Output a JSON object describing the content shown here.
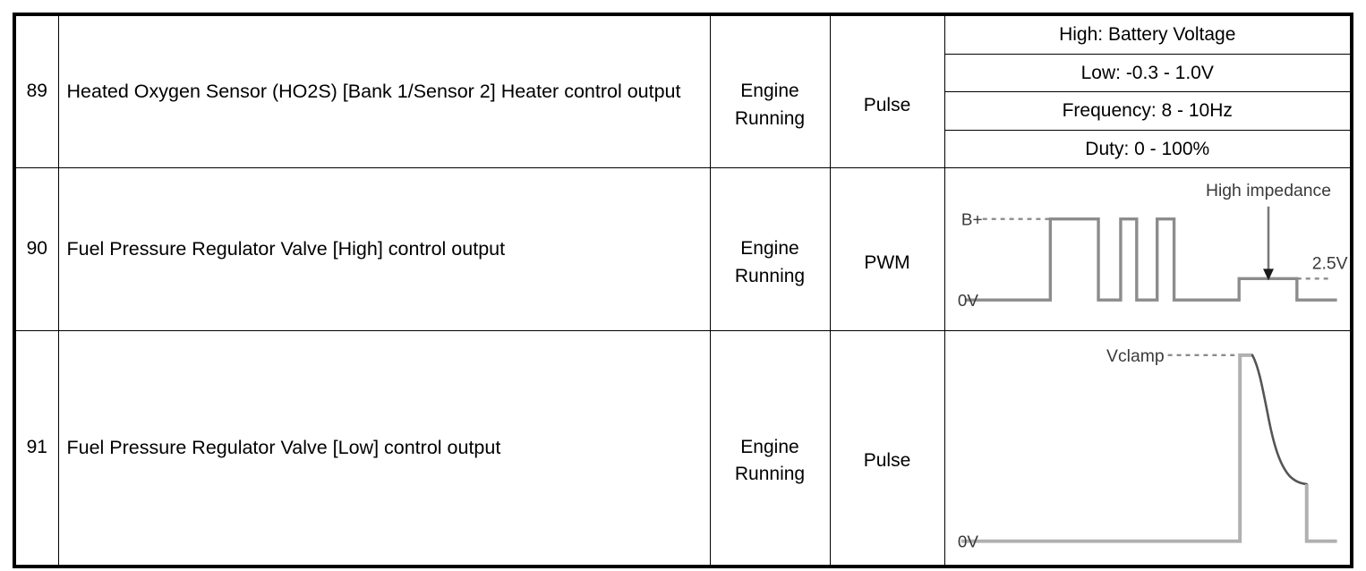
{
  "table": {
    "rows": [
      {
        "number": "89",
        "description": "Heated Oxygen Sensor (HO2S) [Bank 1/Sensor 2] Heater control output",
        "condition": "Engine\nRunning",
        "signal_type": "Pulse",
        "spec_lines": [
          "High: Battery Voltage",
          "Low: -0.3 - 1.0V",
          "Frequency: 8 - 10Hz",
          "Duty: 0 - 100%"
        ]
      },
      {
        "number": "90",
        "description": "Fuel Pressure Regulator Valve [High] control output",
        "condition": "Engine\nRunning",
        "signal_type": "PWM",
        "waveform": {
          "kind": "pwm",
          "labels": {
            "high_level": "B+",
            "low_level": "0V",
            "annotation": "High impedance",
            "clamp_value": "2.5V"
          }
        }
      },
      {
        "number": "91",
        "description": "Fuel Pressure Regulator Valve [Low] control output",
        "condition": "Engine\nRunning",
        "signal_type": "Pulse",
        "waveform": {
          "kind": "flyback",
          "labels": {
            "peak_level": "Vclamp",
            "low_level": "0V"
          }
        }
      }
    ]
  },
  "colors": {
    "border": "#000000",
    "text": "#000000",
    "trace": "#8c8c8c",
    "dash": "#8c8c8c",
    "arrow": "#7a7a7a",
    "background": "#ffffff"
  }
}
